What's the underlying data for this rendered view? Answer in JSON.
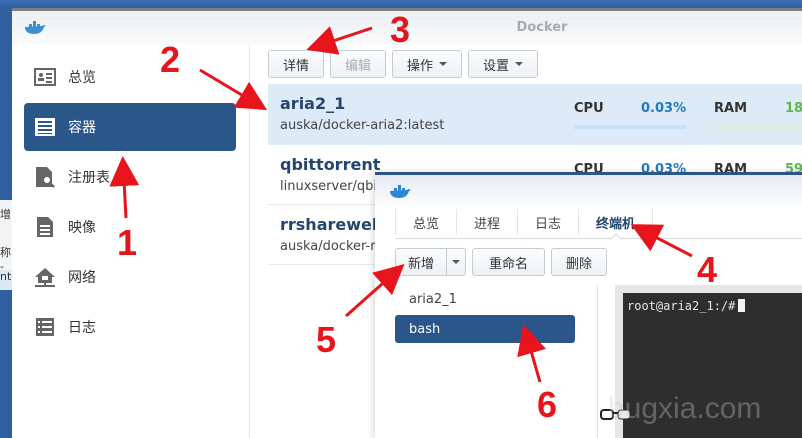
{
  "main_window": {
    "title": "Docker",
    "sidebar": {
      "items": [
        {
          "label": "总览",
          "icon": "overview-icon",
          "active": false
        },
        {
          "label": "容器",
          "icon": "container-icon",
          "active": true
        },
        {
          "label": "注册表",
          "icon": "registry-icon",
          "active": false
        },
        {
          "label": "映像",
          "icon": "image-icon",
          "active": false
        },
        {
          "label": "网络",
          "icon": "network-icon",
          "active": false
        },
        {
          "label": "日志",
          "icon": "log-icon",
          "active": false
        }
      ]
    },
    "toolbar": {
      "details": "详情",
      "edit": "编辑",
      "action": "操作",
      "settings": "设置"
    },
    "containers": [
      {
        "name": "aria2_1",
        "image": "auska/docker-aria2:latest",
        "cpu_label": "CPU",
        "cpu": "0.03%",
        "ram_label": "RAM",
        "ram": "18",
        "selected": true
      },
      {
        "name": "qbittorrent",
        "image": "linuxserver/qbit",
        "cpu_label": "CPU",
        "cpu": "0.03%",
        "ram_label": "RAM",
        "ram": "59",
        "selected": false
      },
      {
        "name": "rrshareweb",
        "image": "auska/docker-rr",
        "selected": false
      }
    ]
  },
  "detail_window": {
    "tabs": [
      {
        "label": "总览",
        "active": false
      },
      {
        "label": "进程",
        "active": false
      },
      {
        "label": "日志",
        "active": false
      },
      {
        "label": "终端机",
        "active": true
      }
    ],
    "toolbar": {
      "new": "新增",
      "rename": "重命名",
      "delete": "删除"
    },
    "sessions": [
      {
        "label": "aria2_1",
        "active": false
      },
      {
        "label": "bash",
        "active": true
      }
    ],
    "terminal": {
      "prompt": "root@aria2_1:/#"
    }
  },
  "left_peek": {
    "lines": [
      "增",
      "称 -",
      "nt"
    ]
  },
  "annotations": [
    "1",
    "2",
    "3",
    "4",
    "5",
    "6"
  ],
  "watermark": "bugxia.com",
  "colors": {
    "accent": "#2b5689",
    "selected_row": "#ddeaf8",
    "cpu": "#1f7bc1",
    "ram": "#5bb84c",
    "annotation": "#e8141c",
    "terminal_bg": "#2e2e2e"
  }
}
